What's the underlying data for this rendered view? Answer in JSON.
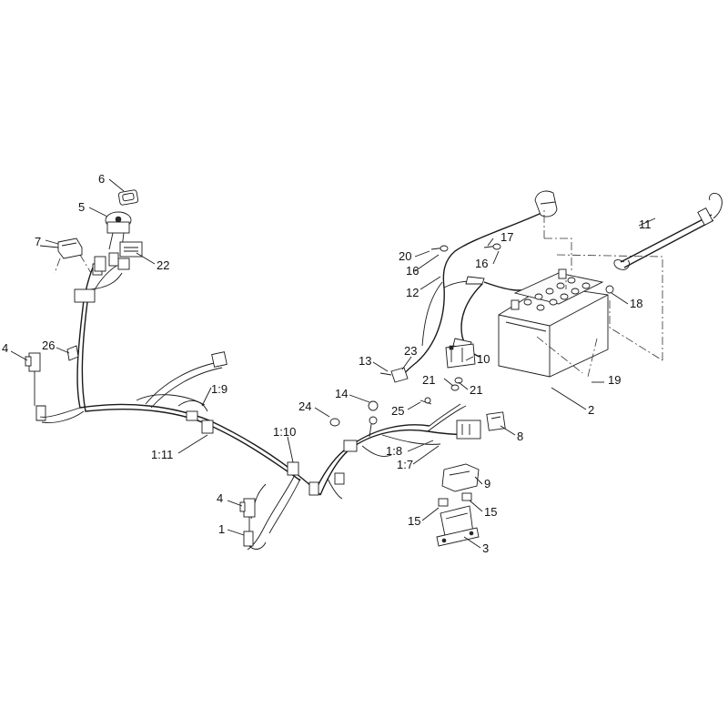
{
  "callouts": {
    "c6": "6",
    "c5": "5",
    "c7": "7",
    "c22": "22",
    "c4a": "4",
    "c26": "26",
    "c1_9": "1:9",
    "c1_11": "1:11",
    "c1_10": "1:10",
    "c4b": "4",
    "c1": "1",
    "c24": "24",
    "c14": "14",
    "c13": "13",
    "c23": "23",
    "c25": "25",
    "c1_8": "1:8",
    "c1_7": "1:7",
    "c20": "20",
    "c16a": "16",
    "c12": "12",
    "c17": "17",
    "c16b": "16",
    "c10": "10",
    "c21a": "21",
    "c21b": "21",
    "c8": "8",
    "c9": "9",
    "c15a": "15",
    "c15b": "15",
    "c3": "3",
    "c11": "11",
    "c18": "18",
    "c19": "19",
    "c2": "2"
  }
}
